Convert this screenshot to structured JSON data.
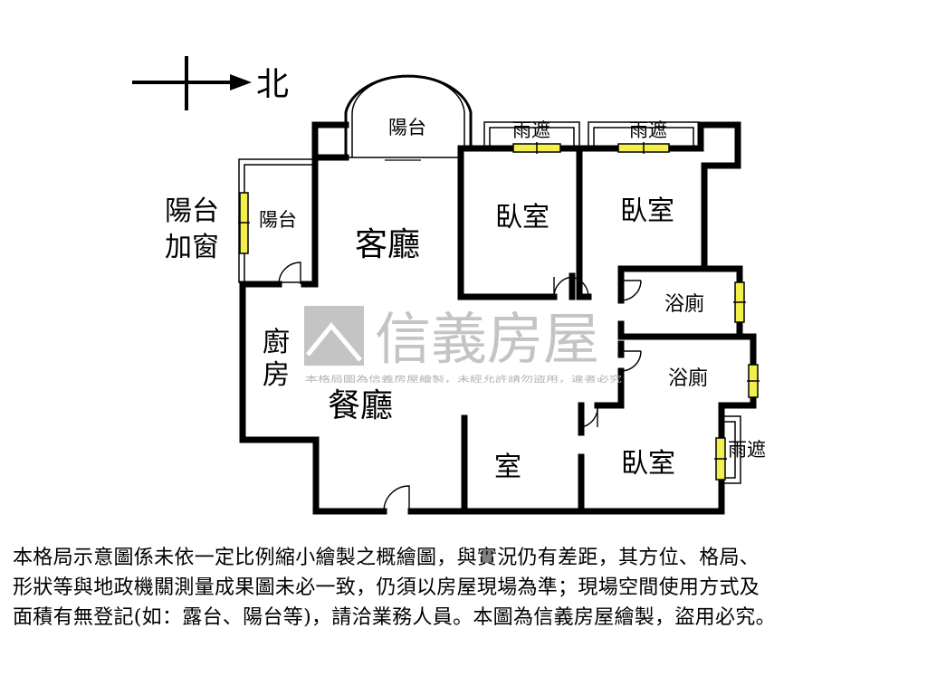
{
  "compass": {
    "label": "北"
  },
  "rooms": {
    "living_room": "客廳",
    "dining_room": "餐廳",
    "kitchen_line1": "廚",
    "kitchen_line2": "房",
    "bedroom_upper_left": "臥室",
    "bedroom_upper_right": "臥室",
    "bedroom_lower_right": "臥室",
    "small_room": "室",
    "bathroom_upper": "浴廁",
    "bathroom_lower": "浴廁",
    "balcony_top": "陽台",
    "balcony_left": "陽台",
    "awning_top_left": "雨遮",
    "awning_top_right": "雨遮",
    "awning_right": "雨遮"
  },
  "callouts": {
    "balcony_window_line1": "陽台",
    "balcony_window_line2": "加窗"
  },
  "watermark": {
    "brand": "信義房屋",
    "notice": "本格局圖為信義房屋繪製，未經允許請勿盜用，違者必究"
  },
  "colors": {
    "wall": "#000000",
    "window_fill": "#f3ef4c",
    "watermark": "#c4c4c4"
  },
  "disclaimer": {
    "line1": "本格局示意圖係未依一定比例縮小繪製之概繪圖，與實況仍有差距，其方位、格局、",
    "line2": "形狀等與地政機關測量成果圖未必一致，仍須以房屋現場為準；現場空間使用方式及",
    "line3": "面積有無登記(如：露台、陽台等)，請洽業務人員。本圖為信義房屋繪製，盜用必究。"
  }
}
